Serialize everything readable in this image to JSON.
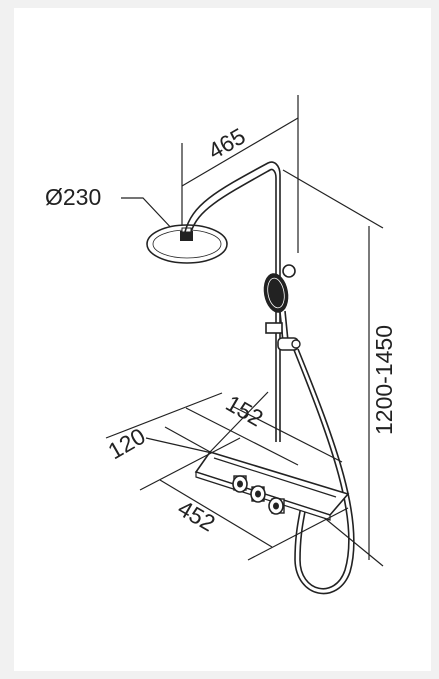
{
  "diagram": {
    "dimensions": {
      "showerhead_diameter": "Ø230",
      "arm_reach": "465",
      "height_range": "1200-1450",
      "shelf_width": "452",
      "shelf_depth": "120",
      "valve_spacing": "152"
    },
    "colors": {
      "background": "#f1f1f1",
      "canvas": "#ffffff",
      "stroke": "#222222"
    }
  }
}
